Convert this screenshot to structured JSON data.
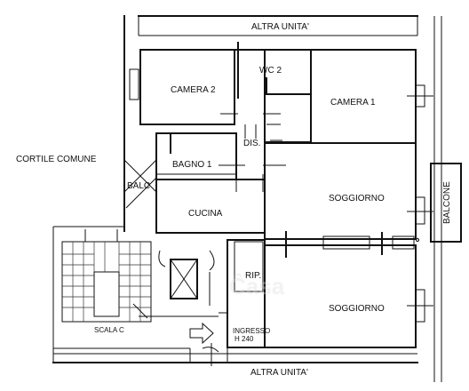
{
  "labels": {
    "altra_unita_top": "ALTRA UNITA'",
    "altra_unita_bottom": "ALTRA UNITA'",
    "camera_2": "CAMERA 2",
    "camera_1": "CAMERA 1",
    "wc_2": "WC 2",
    "dis": "DIS.",
    "cortile_comune": "CORTILE COMUNE",
    "bagno_1": "BAGNO 1",
    "balc": "BALC",
    "cucina": "CUCINA",
    "soggiorno_1": "SOGGIORNO",
    "soggiorno_2": "SOGGIORNO",
    "balcone": "BALCONE",
    "rip": "RIP.",
    "scala_c": "SCALA C",
    "ingresso": "INGRESSO",
    "ingresso_height": "H 240"
  },
  "watermark": "Ĉasa",
  "colors": {
    "ink": "#111111",
    "background": "#ffffff",
    "watermark": "#dcdcdc"
  }
}
